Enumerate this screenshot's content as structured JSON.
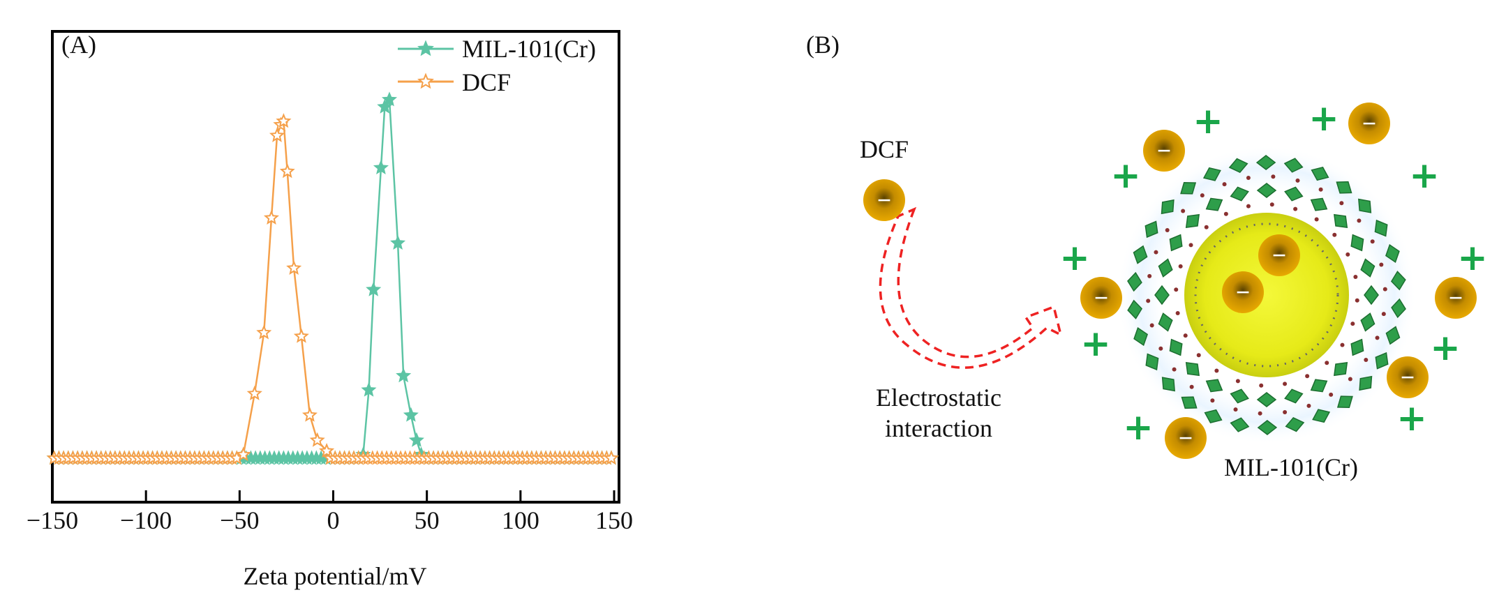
{
  "panel_a": {
    "label": "(A)"
  },
  "panel_b": {
    "label": "(B)",
    "dcf_label": "DCF",
    "interaction_label_line1": "Electrostatic",
    "interaction_label_line2": "interaction",
    "mof_label": "MIL-101(Cr)",
    "minus_sign": "−",
    "plus_sign": "+",
    "colors": {
      "plus": "#1aa64a",
      "ball": "#e3a400",
      "arrow": "#ee2222",
      "sphere": "#e8ec1a",
      "polyhedra": "#2e9e4a"
    }
  },
  "chart_data": {
    "type": "line",
    "title": "",
    "xlabel": "Zeta potential/mV",
    "ylabel": "",
    "xlim": [
      -150,
      150
    ],
    "ylim": [
      0,
      1
    ],
    "x_ticks": [
      "−150",
      "−100",
      "−50",
      "0",
      "50",
      "100",
      "150"
    ],
    "x_tick_values": [
      -150,
      -100,
      -50,
      0,
      50,
      100,
      150
    ],
    "grid": false,
    "legend_position": "top-right",
    "baseline_marker_step": 2.5,
    "series": [
      {
        "name": "MIL-101(Cr)",
        "color": "#5cc4a4",
        "marker": "filled-star",
        "x": [
          16,
          19,
          21.5,
          25.5,
          27.5,
          30,
          34.5,
          37.5,
          41.5,
          44.5,
          47
        ],
        "y": [
          0.01,
          0.19,
          0.47,
          0.81,
          0.98,
          1.0,
          0.6,
          0.23,
          0.12,
          0.05,
          0.01
        ]
      },
      {
        "name": "DCF",
        "color": "#f5a04a",
        "marker": "open-star",
        "x": [
          -48,
          -42,
          -37,
          -33,
          -30,
          -28,
          -26.5,
          -24.5,
          -21,
          -17,
          -12.5,
          -8.5,
          -3.5
        ],
        "y": [
          0.01,
          0.18,
          0.35,
          0.67,
          0.9,
          0.93,
          0.94,
          0.8,
          0.53,
          0.34,
          0.12,
          0.05,
          0.02
        ]
      }
    ]
  }
}
